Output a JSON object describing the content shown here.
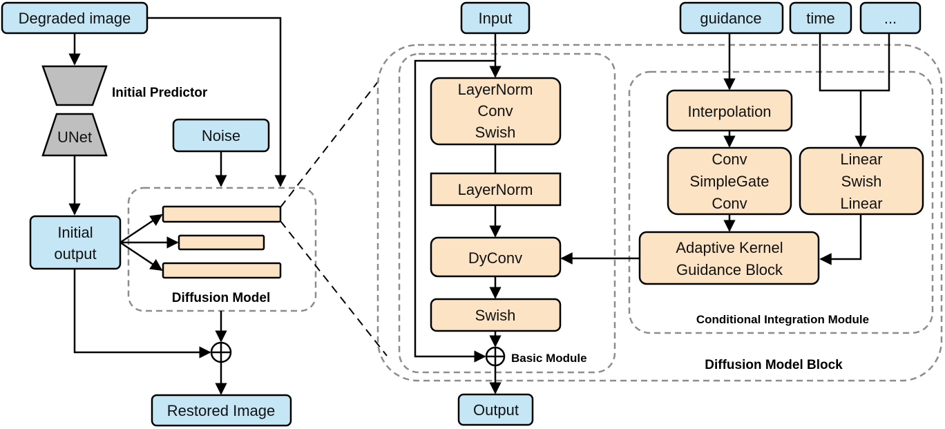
{
  "colors": {
    "input_box": "#c5e6f5",
    "module_box": "#fbe3c4",
    "unet_box": "#bfbfbf",
    "dashed_frame": "#8c8c8c"
  },
  "left": {
    "degraded_image": "Degraded image",
    "unet": "UNet",
    "initial_predictor": "Initial Predictor",
    "noise": "Noise",
    "initial_output_line1": "Initial",
    "initial_output_line2": "output",
    "diffusion_model": "Diffusion Model",
    "restored_image": "Restored Image"
  },
  "basic": {
    "input": "Input",
    "block1_line1": "LayerNorm",
    "block1_line2": "Conv",
    "block1_line3": "Swish",
    "layernorm": "LayerNorm",
    "dyconv": "DyConv",
    "swish": "Swish",
    "basic_module": "Basic Module",
    "output": "Output"
  },
  "cim": {
    "guidance": "guidance",
    "time": "time",
    "ellipsis": "...",
    "interpolation": "Interpolation",
    "conv_line1": "Conv",
    "conv_line2": "SimpleGate",
    "conv_line3": "Conv",
    "linear_line1": "Linear",
    "linear_line2": "Swish",
    "linear_line3": "Linear",
    "akgb_line1": "Adaptive Kernel",
    "akgb_line2": "Guidance Block",
    "title": "Conditional Integration Module"
  },
  "diffusion_model_block": "Diffusion Model Block"
}
